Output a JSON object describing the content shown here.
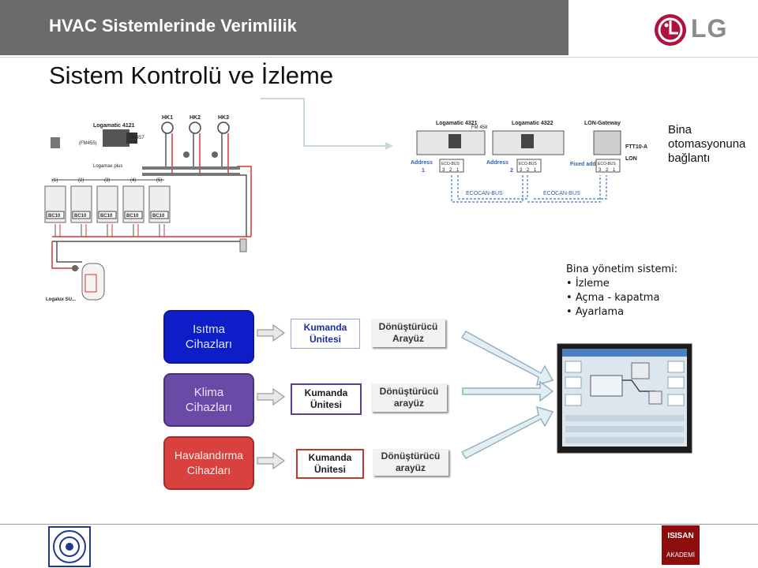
{
  "header": {
    "title": "HVAC Sistemlerinde Verimlilik",
    "bg_color": "#6b6b6b"
  },
  "logo": {
    "text": "LG",
    "color": "#b0123f"
  },
  "slide": {
    "title": "Sistem Kontrolü ve İzleme"
  },
  "schematic": {
    "controller_label": "Logamatic 4121",
    "fm455": "(FM455)",
    "fm457": "FM457",
    "logamax": "Logamax plus",
    "heating_circuits": [
      "HK1",
      "HK2",
      "HK3"
    ],
    "boiler_numbers": [
      "(1)",
      "(2)",
      "(3)",
      "(4)",
      "(5)"
    ],
    "boiler_controller": "BC10",
    "storage": "Logalux SU..."
  },
  "network": {
    "devices": [
      {
        "name": "Logamatic 4321",
        "address_label": "Address",
        "address_value": "1"
      },
      {
        "name": "Logamatic 4322",
        "address_label": "Address",
        "address_value": "2"
      },
      {
        "name": "LON-Gateway",
        "address_label": "Fixed address",
        "address_value": ""
      }
    ],
    "fm458": "FM 458",
    "ecobus": "ECO-BUS",
    "ecocanbus": "ECOCAN-BUS",
    "ftt": "FTT10-A",
    "lon": "LON",
    "terminals": [
      "3",
      "2",
      "1"
    ]
  },
  "bina_note": "Bina otomasyonuna bağlantı",
  "bms": {
    "heading": "Bina yönetim sistemi:",
    "items": [
      "İzleme",
      "Açma - kapatma",
      "Ayarlama"
    ]
  },
  "rows": [
    {
      "category": [
        "Isıtma",
        "Cihazları"
      ],
      "unit": [
        "Kumanda",
        "Ünitesi"
      ],
      "converter": [
        "Dönüştürücü",
        "Arayüz"
      ],
      "color": "#0d1ec8"
    },
    {
      "category": [
        "Klima",
        "Cihazları"
      ],
      "unit": [
        "Kumanda",
        "Ünitesi"
      ],
      "converter": [
        "Dönüştürücü",
        "arayüz"
      ],
      "color": "#6a4aa6"
    },
    {
      "category": [
        "Havalandırma",
        "Cihazları"
      ],
      "unit": [
        "Kumanda",
        "Ünitesi"
      ],
      "converter": [
        "Dönüştürücü",
        "arayüz"
      ],
      "color": "#d9413f"
    }
  ],
  "footer": {
    "right_logo_top": "ISISAN",
    "right_logo_bottom": "AKADEMİ"
  }
}
